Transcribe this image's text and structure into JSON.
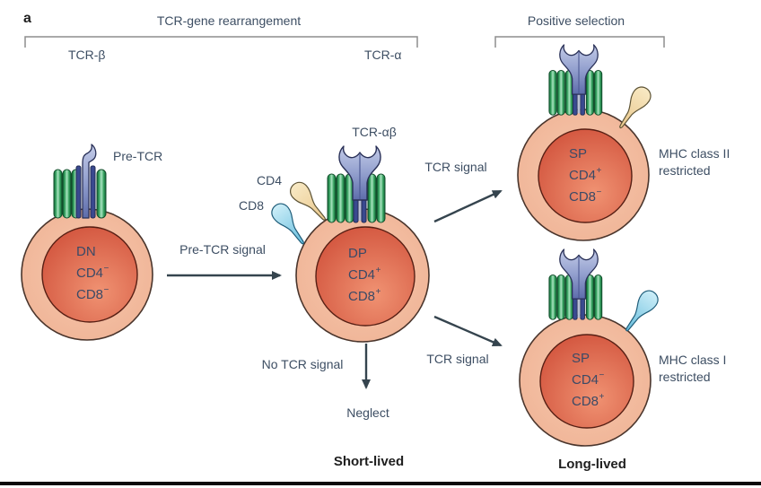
{
  "figure": {
    "panel_label": "a",
    "title_rearrangement": "TCR-gene rearrangement",
    "title_positive_selection": "Positive selection",
    "stage_beta": "TCR-β",
    "stage_alpha": "TCR-α"
  },
  "receptor_labels": {
    "pre_tcr": "Pre-TCR",
    "tcr_ab": "TCR-αβ",
    "cd4": "CD4",
    "cd8": "CD8"
  },
  "cells": {
    "dn": {
      "lines": [
        {
          "b": "DN",
          "s": ""
        },
        {
          "b": "CD4",
          "s": "−"
        },
        {
          "b": "CD8",
          "s": "−"
        }
      ]
    },
    "dp": {
      "lines": [
        {
          "b": "DP",
          "s": ""
        },
        {
          "b": "CD4",
          "s": "+"
        },
        {
          "b": "CD8",
          "s": "+"
        }
      ]
    },
    "sp4": {
      "lines": [
        {
          "b": "SP",
          "s": ""
        },
        {
          "b": "CD4",
          "s": "+"
        },
        {
          "b": "CD8",
          "s": "−"
        }
      ]
    },
    "sp8": {
      "lines": [
        {
          "b": "SP",
          "s": ""
        },
        {
          "b": "CD4",
          "s": "−"
        },
        {
          "b": "CD8",
          "s": "+"
        }
      ]
    }
  },
  "signals": {
    "pre_tcr_signal": "Pre-TCR signal",
    "tcr_signal_top": "TCR signal",
    "tcr_signal_bottom": "TCR signal",
    "no_tcr_signal": "No TCR signal",
    "neglect": "Neglect"
  },
  "outcomes": {
    "short_lived": "Short-lived",
    "long_lived": "Long-lived"
  },
  "annotations": {
    "mhc_class_ii": {
      "line1": "MHC class II",
      "line2": "restricted"
    },
    "mhc_class_i": {
      "line1": "MHC class I",
      "line2": "restricted"
    }
  },
  "colors": {
    "label_text": "#3d4e63",
    "bold_text": "#1f1f1f",
    "arrow": "#35444e",
    "bracket": "#8e8e8e",
    "cell_membrane_fill": "#f2bca0",
    "cell_nucleus_fill": "#dd6047",
    "cell_outline": "#4a352c",
    "ribbon_green": "#2f9c59",
    "receptor_blue": "#8d9aca",
    "receptor_stem_blue": "#39498f",
    "cd4_paddle": "#eed4a0",
    "cd8_paddle": "#8fd0e8",
    "bottom_rule": "#0a0a0a"
  }
}
